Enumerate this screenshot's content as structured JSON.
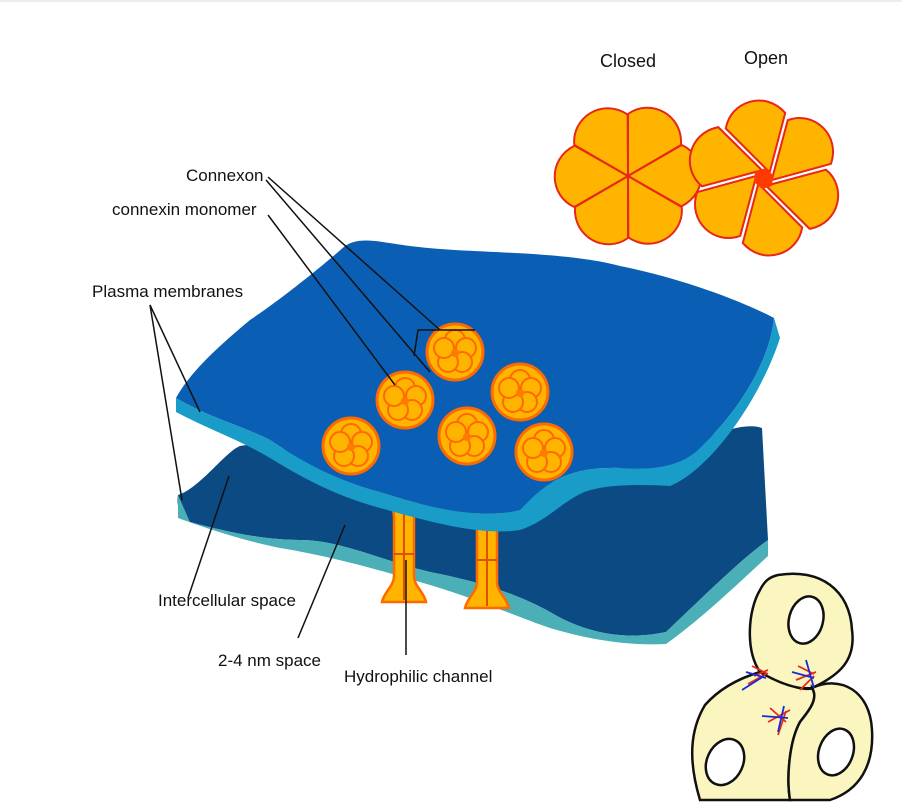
{
  "labels": {
    "closed": "Closed",
    "open": "Open",
    "connexon": "Connexon",
    "monomer": "connexin monomer",
    "plasma": "Plasma membranes",
    "intercellular": "Intercellular space",
    "space": "2-4 nm space",
    "hydrophilic": "Hydrophilic channel"
  },
  "colors": {
    "top_membrane": "#0a5fb4",
    "top_membrane_edge": "#1a9cc9",
    "bottom_membrane": "#0b4a82",
    "bottom_membrane_edge": "#4bafb8",
    "connexon_fill": "#ffb400",
    "connexon_stroke": "#ff5a00",
    "cell_fill": "#fbf6c0"
  }
}
